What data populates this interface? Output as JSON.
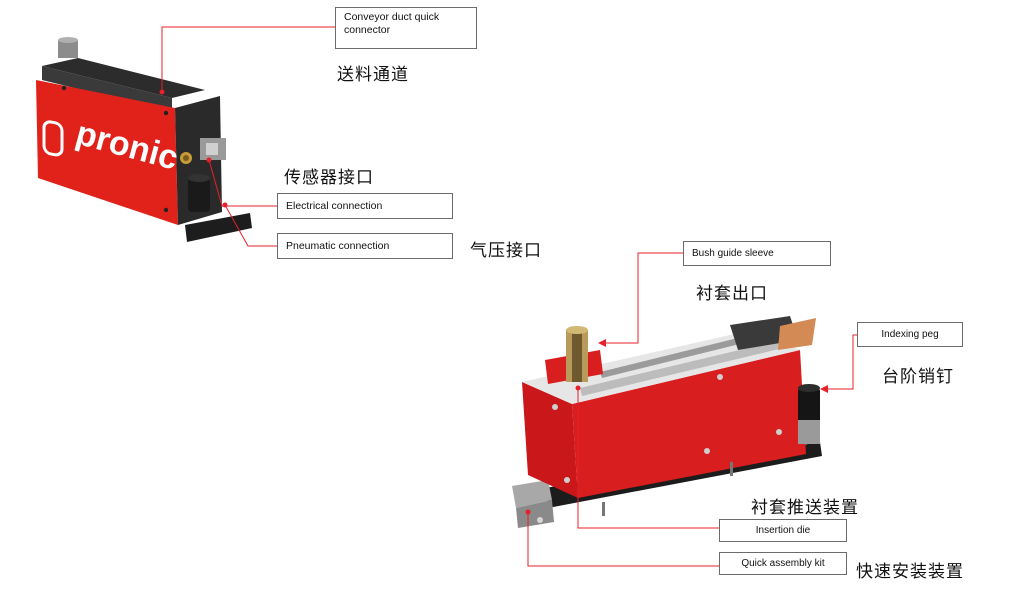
{
  "brand": {
    "logo_text": "pronic",
    "accent": "#e0221b",
    "leader_color": "#e8202a"
  },
  "left_device": {
    "callouts": [
      {
        "id": "conveyor",
        "en": "Conveyor duct quick connector",
        "cn": "送料通道"
      },
      {
        "id": "electrical",
        "en": "Electrical connection",
        "cn": "传感器接口"
      },
      {
        "id": "pneumatic",
        "en": "Pneumatic connection",
        "cn": "气压接口"
      }
    ]
  },
  "right_device": {
    "callouts": [
      {
        "id": "bush-guide",
        "en": "Bush guide sleeve",
        "cn": "衬套出口"
      },
      {
        "id": "indexing",
        "en": "Indexing peg",
        "cn": "台阶销钉"
      },
      {
        "id": "insertion",
        "en": "Insertion die",
        "cn": "衬套推送装置"
      },
      {
        "id": "quick-kit",
        "en": "Quick assembly kit",
        "cn": "快速安装装置"
      }
    ]
  }
}
